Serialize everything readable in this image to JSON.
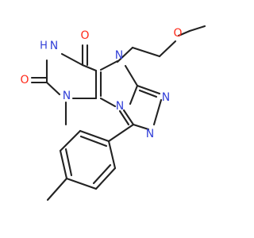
{
  "labels": {
    "o_top": "O",
    "o_left": "O",
    "o_methoxy": "O",
    "n_amide": "N",
    "n_amide_h": "H",
    "n_methyl": "N",
    "n_side": "N",
    "n_fused": "N",
    "n_triazole_right": "N",
    "n_triazole_bottom": "N"
  },
  "colors": {
    "bond": "#222222",
    "nitrogen": "#3441d8",
    "oxygen": "#ff2a1a"
  }
}
